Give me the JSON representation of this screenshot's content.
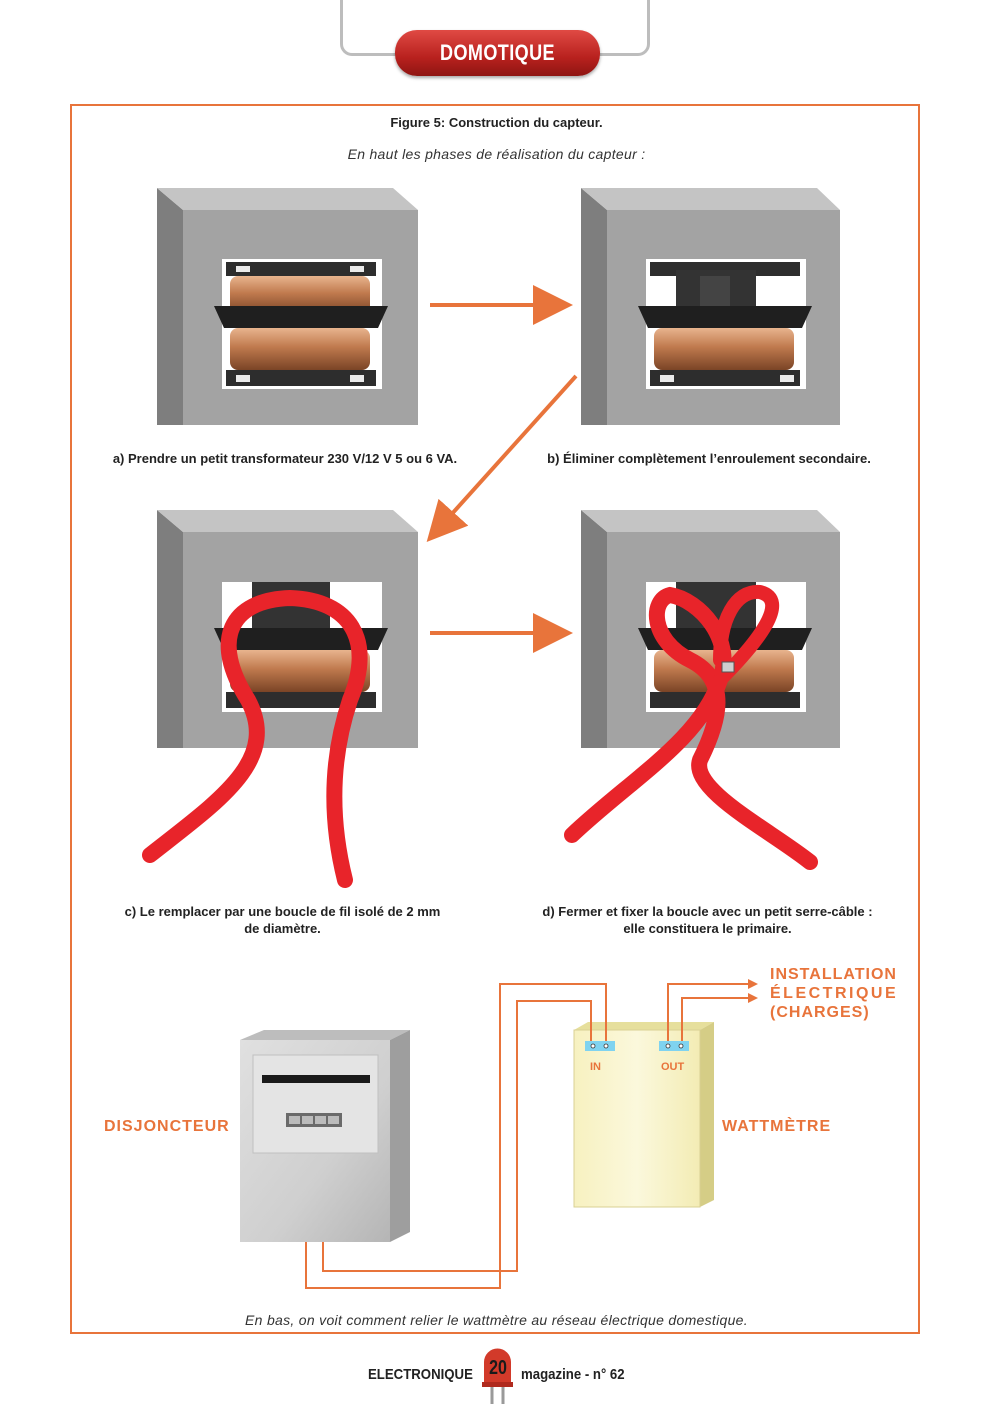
{
  "header": {
    "section": "DOMOTIQUE"
  },
  "figure": {
    "title": "Figure 5: Construction du capteur.",
    "subtitle": "En haut les phases de réalisation du capteur :",
    "captions": {
      "a": "a) Prendre un petit transformateur 230 V/12 V 5 ou 6 VA.",
      "b": "b) Éliminer complètement l’enroulement secondaire.",
      "c_line1": "c) Le remplacer par une boucle de fil isolé de 2 mm",
      "c_line2": "de diamètre.",
      "d_line1": "d) Fermer et fixer la boucle avec un petit serre-câble :",
      "d_line2": "elle constituera le primaire."
    },
    "diagram": {
      "breaker_label": "DISJONCTEUR",
      "wattmeter_label": "WATTMÈTRE",
      "in_label": "IN",
      "out_label": "OUT",
      "install_line1": "INSTALLATION",
      "install_line2": "ÉLECTRIQUE",
      "install_line3": "(CHARGES)"
    },
    "bottom_caption": "En bas, on voit comment relier le wattmètre au réseau électrique domestique."
  },
  "footer": {
    "magazine": "ELECTRONIQUE",
    "page_number": "20",
    "issue": "magazine - n° 62"
  },
  "colors": {
    "accent_orange": "#e8743b",
    "wire_red": "#e8242a",
    "header_red": "#c4261f",
    "copper": "#c98a5e"
  }
}
